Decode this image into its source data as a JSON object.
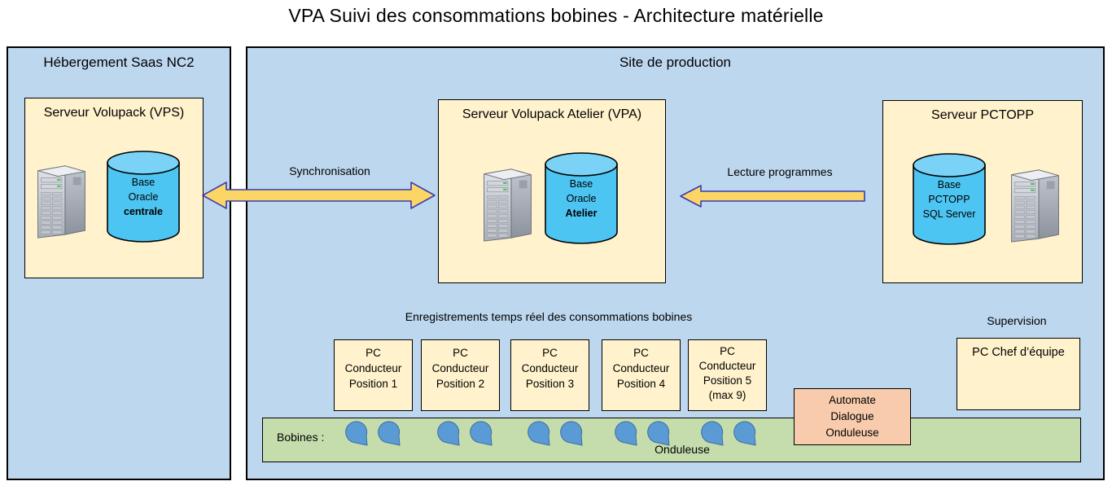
{
  "title": "VPA Suivi des consommations bobines - Architecture matérielle",
  "colors": {
    "region_fill": "#BDD7EE",
    "server_box_fill": "#FFF2CC",
    "green_bar_fill": "#C5DDAD",
    "automate_fill": "#F8CBAD",
    "cylinder_fill": "#4DC5F2",
    "bubble_fill": "#5B9BD5",
    "arrow_fill": "#FBD665",
    "arrow_stroke": "#3A3AB4"
  },
  "saas": {
    "label": "Hébergement Saas NC2",
    "server": {
      "title": "Serveur Volupack (VPS)",
      "db_lines": [
        "Base",
        "Oracle",
        "centrale"
      ]
    }
  },
  "production": {
    "label": "Site de production",
    "vpa_server": {
      "title": "Serveur Volupack Atelier (VPA)",
      "db_lines": [
        "Base",
        "Oracle",
        "Atelier"
      ]
    },
    "pctopp_server": {
      "title": "Serveur PCTOPP",
      "db_lines": [
        "Base",
        "PCTOPP",
        "SQL Server"
      ]
    },
    "arrows": {
      "sync": "Synchronisation",
      "lecture": "Lecture programmes"
    },
    "realtime_label": "Enregistrements temps réel des consommations bobines",
    "pc_positions": [
      {
        "lines": [
          "PC",
          "Conducteur",
          "Position 1"
        ]
      },
      {
        "lines": [
          "PC",
          "Conducteur",
          "Position 2"
        ]
      },
      {
        "lines": [
          "PC",
          "Conducteur",
          "Position 3"
        ]
      },
      {
        "lines": [
          "PC",
          "Conducteur",
          "Position 4"
        ]
      },
      {
        "lines": [
          "PC",
          "Conducteur",
          "Position 5",
          "(max 9)"
        ]
      }
    ],
    "supervision_label": "Supervision",
    "chef_pc_label": "PC Chef d’équipe",
    "bobines_bar": {
      "label": "Bobines :",
      "machine_label": "Onduleuse",
      "bubble_pairs": 5
    },
    "automate": {
      "lines": [
        "Automate",
        "Dialogue",
        "Onduleuse"
      ]
    }
  }
}
